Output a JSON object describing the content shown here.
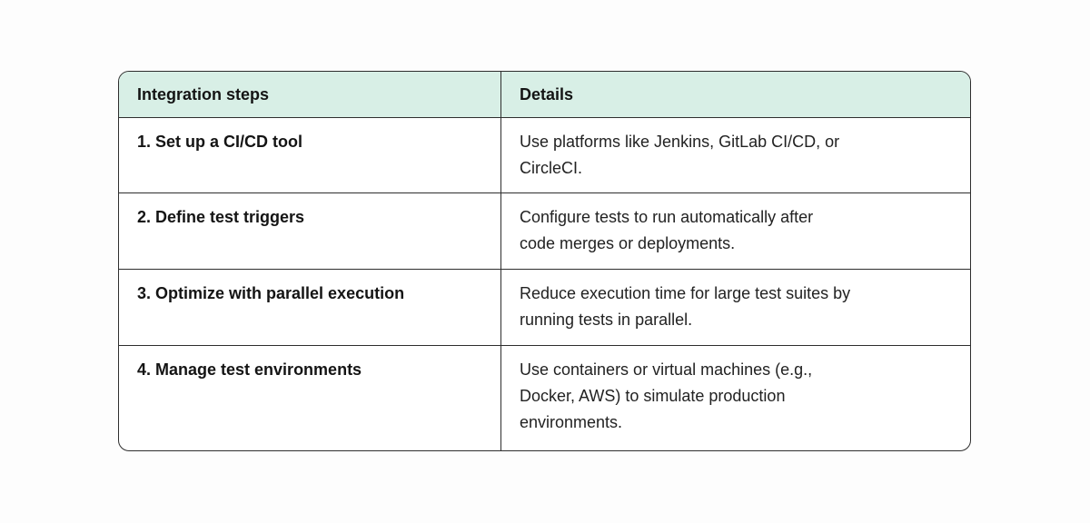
{
  "page": {
    "background_color": "#fdfdfd"
  },
  "table": {
    "header_bg_color": "#d8efe6",
    "border_color": "#2e2e2e",
    "header": {
      "col1": "Integration steps",
      "col2": "Details"
    },
    "rows": [
      {
        "step": "1. Set up a CI/CD tool",
        "details": "Use platforms like Jenkins, GitLab CI/CD, or\nCircleCI."
      },
      {
        "step": "2. Define test triggers",
        "details": "Configure tests to run automatically after\ncode merges or deployments."
      },
      {
        "step": "3. Optimize with parallel execution",
        "details": "Reduce execution time for large test suites by\nrunning tests in parallel."
      },
      {
        "step": "4. Manage test environments",
        "details": "Use containers or virtual machines (e.g.,\nDocker, AWS) to simulate production\nenvironments."
      }
    ]
  }
}
